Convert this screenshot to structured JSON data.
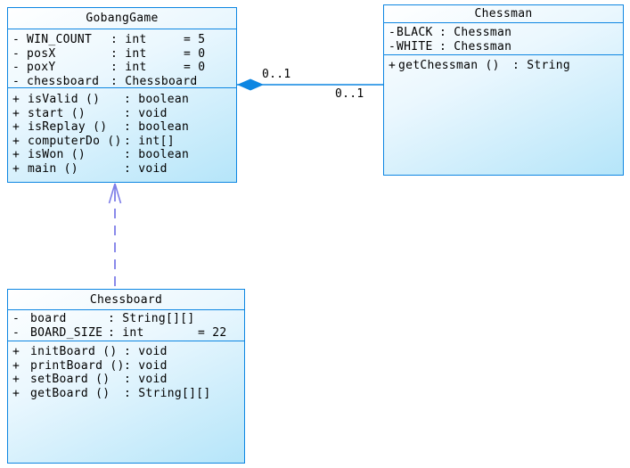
{
  "diagram": {
    "classes": [
      {
        "name": "GobangGame",
        "attributes": [
          {
            "vis": "-",
            "name": "WIN_COUNT",
            "type": ": int",
            "value": "= 5"
          },
          {
            "vis": "-",
            "name": "posX",
            "type": ": int",
            "value": "= 0"
          },
          {
            "vis": "-",
            "name": "poxY",
            "type": ": int",
            "value": "= 0"
          },
          {
            "vis": "-",
            "name": "chessboard",
            "type": ": Chessboard",
            "value": ""
          }
        ],
        "methods": [
          {
            "vis": "+",
            "name": "isValid ()",
            "type": ": boolean",
            "value": ""
          },
          {
            "vis": "+",
            "name": "start ()",
            "type": ": void",
            "value": ""
          },
          {
            "vis": "+",
            "name": "isReplay ()",
            "type": ": boolean",
            "value": ""
          },
          {
            "vis": "+",
            "name": "computerDo ()",
            "type": ": int[]",
            "value": ""
          },
          {
            "vis": "+",
            "name": "isWon ()",
            "type": ": boolean",
            "value": ""
          },
          {
            "vis": "+",
            "name": "main ()",
            "type": ": void",
            "value": ""
          }
        ]
      },
      {
        "name": "Chessman",
        "attributes": [
          {
            "vis": "-",
            "name": "BLACK",
            "type": ": Chessman",
            "value": ""
          },
          {
            "vis": "-",
            "name": "WHITE",
            "type": ": Chessman",
            "value": ""
          }
        ],
        "methods": [
          {
            "vis": "+",
            "name": "getChessman ()",
            "type": ": String",
            "value": ""
          }
        ]
      },
      {
        "name": "Chessboard",
        "attributes": [
          {
            "vis": "-",
            "name": "board",
            "type": ": String[][]",
            "value": ""
          },
          {
            "vis": "-",
            "name": "BOARD_SIZE",
            "type": ": int",
            "value": "= 22"
          }
        ],
        "methods": [
          {
            "vis": "+",
            "name": "initBoard ()",
            "type": ": void",
            "value": ""
          },
          {
            "vis": "+",
            "name": "printBoard ()",
            "type": ": void",
            "value": ""
          },
          {
            "vis": "+",
            "name": "setBoard ()",
            "type": ": void",
            "value": ""
          },
          {
            "vis": "+",
            "name": "getBoard ()",
            "type": ": String[][]",
            "value": ""
          }
        ]
      }
    ],
    "relations": {
      "composition": {
        "from": "GobangGame",
        "to": "Chessman",
        "multiplicity_near": "0..1",
        "multiplicity_far": "0..1"
      },
      "dependency": {
        "from": "Chessboard",
        "to": "GobangGame"
      }
    },
    "colors": {
      "box_border": "#0d86e2",
      "box_fill_start": "#ffffff",
      "box_fill_end": "#b5e5f9",
      "composition_line": "#0d86e2",
      "dependency_line": "#7e7ee8",
      "text": "#000000"
    }
  }
}
